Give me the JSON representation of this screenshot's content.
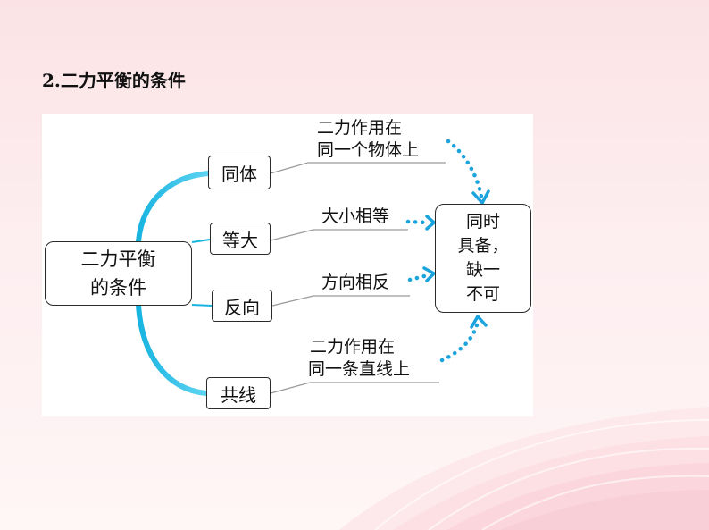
{
  "heading": "2.二力平衡的条件",
  "diagram": {
    "main": {
      "line1": "二力平衡",
      "line2": "的条件"
    },
    "branches": [
      {
        "label": "同体",
        "condition_line1": "二力作用在",
        "condition_line2": "同一个物体上"
      },
      {
        "label": "等大",
        "condition_line1": "大小相等",
        "condition_line2": ""
      },
      {
        "label": "反向",
        "condition_line1": "方向相反",
        "condition_line2": ""
      },
      {
        "label": "共线",
        "condition_line1": "二力作用在",
        "condition_line2": "同一条直线上"
      }
    ],
    "result": {
      "line1": "同时",
      "line2": "具备，",
      "line3": "缺一",
      "line4": "不可"
    }
  },
  "colors": {
    "accent_cyan": "#17b4e0",
    "arrow_blue": "#1aa3dc",
    "background_pink": "#fbe3e5",
    "text": "#111111"
  }
}
